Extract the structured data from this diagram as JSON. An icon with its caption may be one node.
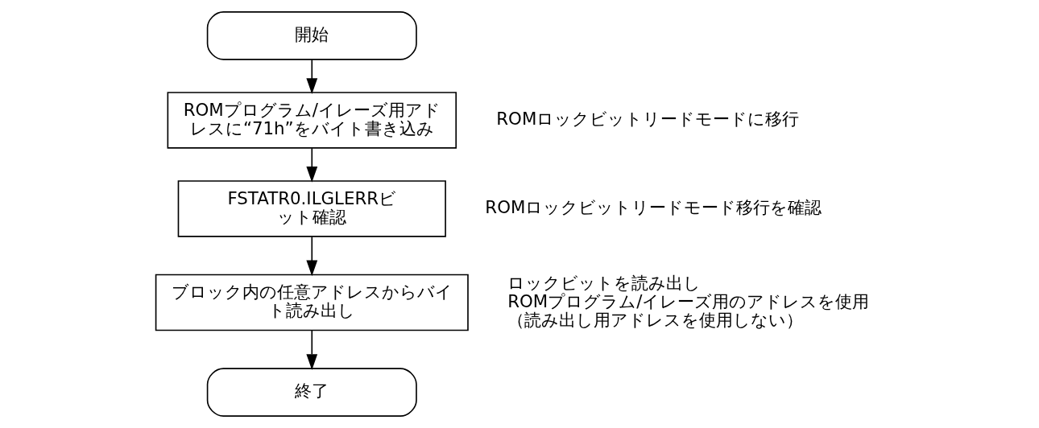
{
  "diagram": {
    "nodes": [
      {
        "text": [
          "開始"
        ]
      },
      {
        "text": [
          "ROMプログラム/イレーズ用アドレスに“71h”をバイト書き込み"
        ],
        "beside": [
          "ROMロックビットリードモードに移行"
        ]
      },
      {
        "text": [
          "FSTATR0.ILGLERRビット確認"
        ],
        "beside": [
          "ROMロックビットリードモード移行を確認"
        ]
      },
      {
        "text": [
          "ブロック内の任意アドレスからバイト読み出し"
        ],
        "beside": [
          "ロックビットを読み出し",
          "ROMプログラム/イレーズ用のアドレスを使用",
          "（読み出し用アドレスを使用しない）"
        ]
      },
      {
        "text": [
          "終了"
        ]
      }
    ],
    "edges": [
      {
        "from": 0,
        "to": 1,
        "arrow": "to"
      },
      {
        "from": 1,
        "to": 2,
        "arrow": "to"
      },
      {
        "from": 2,
        "to": 3,
        "arrow": "to"
      },
      {
        "from": 3,
        "to": 4,
        "arrow": "to"
      }
    ]
  }
}
